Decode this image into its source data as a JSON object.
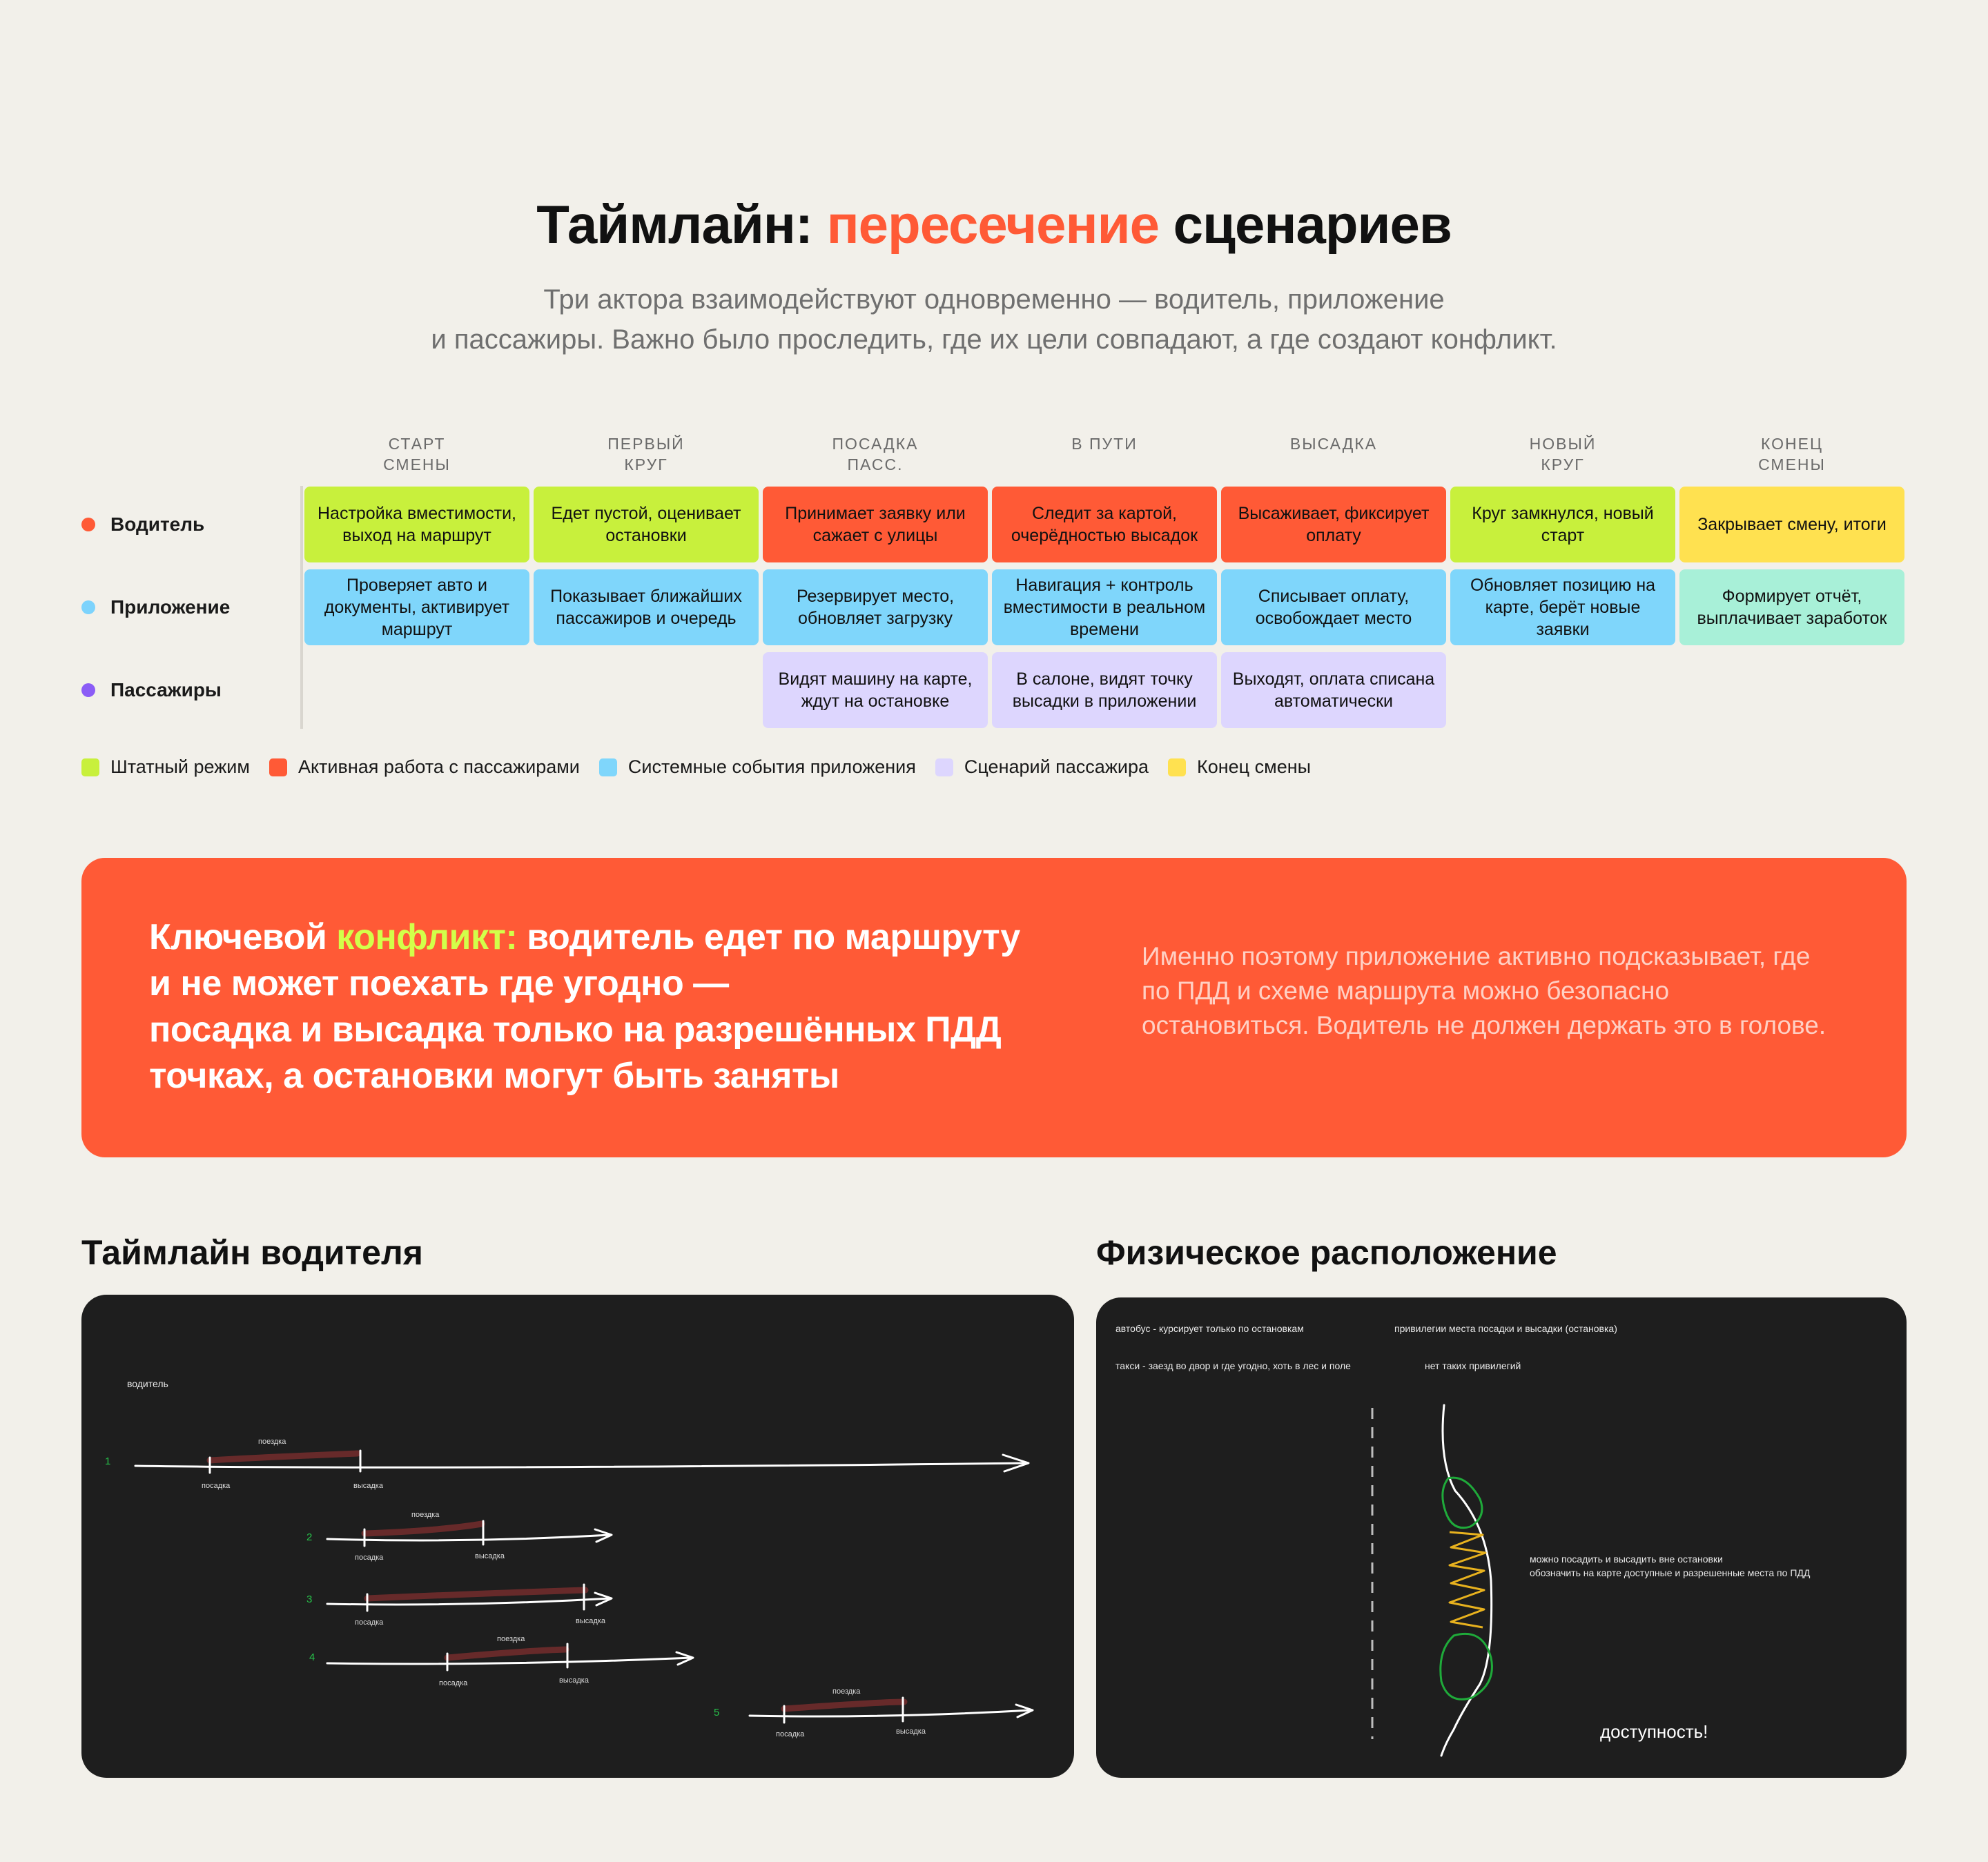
{
  "header": {
    "title_part1": "Таймлайн: ",
    "title_accent": "пересечение",
    "title_part2": " сценариев",
    "subtitle_line1": "Три актора взаимодействуют одновременно — водитель, приложение",
    "subtitle_line2": "и пассажиры. Важно было проследить, где их цели совпадают, а где создают конфликт."
  },
  "timeline": {
    "columns": [
      {
        "line1": "СТАРТ",
        "line2": "СМЕНЫ"
      },
      {
        "line1": "ПЕРВЫЙ",
        "line2": "КРУГ"
      },
      {
        "line1": "ПОСАДКА",
        "line2": "ПАСС."
      },
      {
        "line1": "В ПУТИ",
        "line2": ""
      },
      {
        "line1": "ВЫСАДКА",
        "line2": ""
      },
      {
        "line1": "НОВЫЙ",
        "line2": "КРУГ"
      },
      {
        "line1": "КОНЕЦ",
        "line2": "СМЕНЫ"
      }
    ],
    "rows": [
      {
        "label": "Водитель",
        "dot_color": "#ff5a36",
        "cells": [
          {
            "text": "Настройка вместимости, выход на маршрут",
            "color": "#c8f03c"
          },
          {
            "text": "Едет пустой, оценивает остановки",
            "color": "#c8f03c"
          },
          {
            "text": "Принимает заявку или сажает с улицы",
            "color": "#ff5a36"
          },
          {
            "text": "Следит за картой, очерёдностью высадок",
            "color": "#ff5a36"
          },
          {
            "text": "Высаживает, фиксирует оплату",
            "color": "#ff5a36"
          },
          {
            "text": "Круг замкнулся, новый старт",
            "color": "#c8f03c"
          },
          {
            "text": "Закрывает смену, итоги",
            "color": "#ffe150"
          }
        ]
      },
      {
        "label": "Приложение",
        "dot_color": "#7dd3fc",
        "cells": [
          {
            "text": "Проверяет авто и документы, активирует маршрут",
            "color": "#7fd6fb"
          },
          {
            "text": "Показывает ближайших пассажиров и очередь",
            "color": "#7fd6fb"
          },
          {
            "text": "Резервирует место, обновляет загрузку",
            "color": "#7fd6fb"
          },
          {
            "text": "Навигация + контроль вместимости в реальном времени",
            "color": "#7fd6fb"
          },
          {
            "text": "Списывает оплату, освобождает место",
            "color": "#7fd6fb"
          },
          {
            "text": "Обновляет позицию на карте, берёт новые заявки",
            "color": "#7fd6fb"
          },
          {
            "text": "Формирует отчёт, выплачивает заработок",
            "color": "#a8f0d8"
          }
        ]
      },
      {
        "label": "Пассажиры",
        "dot_color": "#8b5cf6",
        "cells": [
          null,
          null,
          {
            "text": "Видят машину на карте, ждут на остановке",
            "color": "#ddd6fe"
          },
          {
            "text": "В салоне, видят точку высадки в приложении",
            "color": "#ddd6fe"
          },
          {
            "text": "Выходят, оплата списана автоматически",
            "color": "#ddd6fe"
          },
          null,
          null
        ]
      }
    ]
  },
  "legend": [
    {
      "label": "Штатный режим",
      "color": "#c8f03c"
    },
    {
      "label": "Активная работа с пассажирами",
      "color": "#ff5a36"
    },
    {
      "label": "Системные события приложения",
      "color": "#7fd6fb"
    },
    {
      "label": "Сценарий пассажира",
      "color": "#ddd6fe"
    },
    {
      "label": "Конец смены",
      "color": "#ffe150"
    }
  ],
  "banner": {
    "lead": "Ключевой ",
    "highlight": "конфликт:",
    "rest_line1": " водитель едет по маршруту",
    "line2": "и не может поехать где угодно —",
    "line3": "посадка и высадка только на разрешённых ПДД",
    "line4": "точках, а остановки могут быть заняты",
    "right_text": "Именно поэтому приложение активно подсказывает, где по ПДД и схеме маршрута можно безопасно остановиться. Водитель не должен держать это в голове."
  },
  "driver_timeline": {
    "title": "Таймлайн водителя",
    "actor_label": "водитель",
    "ride_label": "поездка",
    "pickup_label": "посадка",
    "dropoff_label": "высадка",
    "lanes": [
      {
        "num": "1"
      },
      {
        "num": "2"
      },
      {
        "num": "3"
      },
      {
        "num": "4"
      },
      {
        "num": "5"
      }
    ]
  },
  "physical": {
    "title": "Физическое расположение",
    "bus_text": "автобус - курсирует только по остановкам",
    "bus_privilege": "привилегии места посадки и высадки (остановка)",
    "taxi_text": "такси - заезд во двор и где угодно, хоть в лес и поле",
    "taxi_privilege": "нет таких привилегий",
    "note_line1": "можно посадить и высадить вне остановки",
    "note_line2": "обозначить на карте доступные и разрешенные места по ПДД",
    "accessibility": "доступность!"
  }
}
